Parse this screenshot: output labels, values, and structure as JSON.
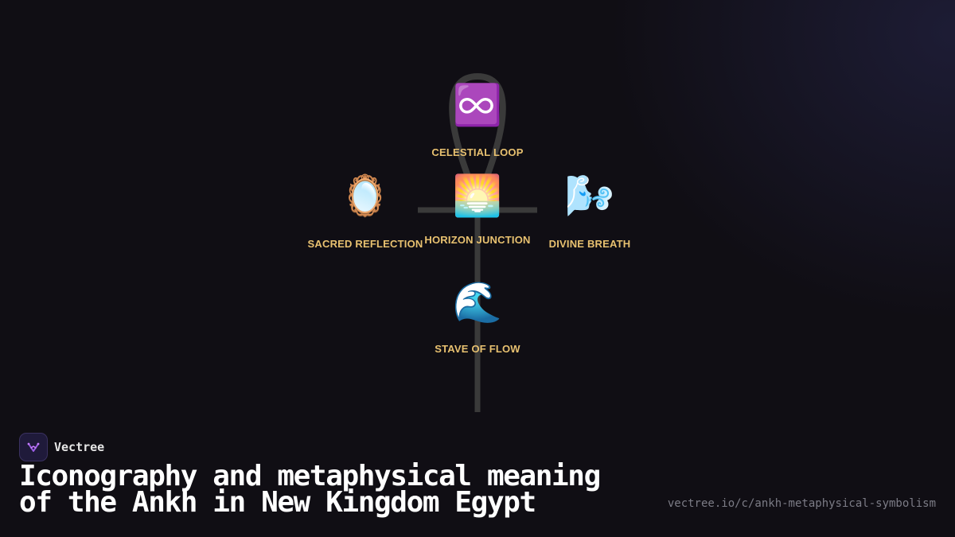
{
  "diagram": {
    "nodes": [
      {
        "id": "loop",
        "icon": "infinity-icon",
        "glyph": "♾️",
        "label": "CELESTIAL LOOP"
      },
      {
        "id": "mirror",
        "icon": "mirror-icon",
        "glyph": "🪞",
        "label": "SACRED REFLECTION"
      },
      {
        "id": "horizon",
        "icon": "sunrise-icon",
        "glyph": "🌅",
        "label": "HORIZON JUNCTION"
      },
      {
        "id": "breath",
        "icon": "wind-face-icon",
        "glyph": "🌬️",
        "label": "DIVINE BREATH"
      },
      {
        "id": "flow",
        "icon": "wave-icon",
        "glyph": "🌊",
        "label": "STAVE OF FLOW"
      }
    ],
    "colors": {
      "label": "#e8c170",
      "ankh_stroke": "#3a3a3a",
      "background": "#100e14"
    }
  },
  "footer": {
    "brand": "Vectree",
    "brand_icon": "vectree-logo-icon",
    "title": "Iconography and metaphysical meaning\nof the Ankh in New Kingdom Egypt",
    "url": "vectree.io/c/ankh-metaphysical-symbolism"
  }
}
